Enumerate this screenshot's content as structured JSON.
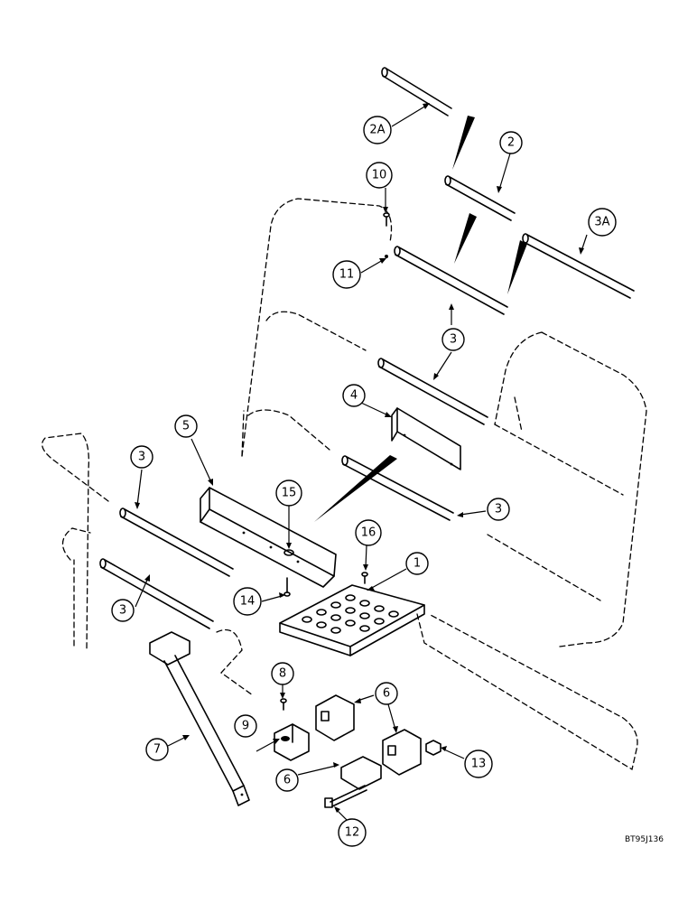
{
  "callouts": {
    "c2a": "2A",
    "c2": "2",
    "c10": "10",
    "c3a": "3A",
    "c11": "11",
    "c3_upper": "3",
    "c4": "4",
    "c5": "5",
    "c3_left": "3",
    "c15": "15",
    "c3_right": "3",
    "c16": "16",
    "c1": "1",
    "c14": "14",
    "c3_lower": "3",
    "c8": "8",
    "c6_upper": "6",
    "c9": "9",
    "c7": "7",
    "c6_lower": "6",
    "c13": "13",
    "c12": "12"
  },
  "drawing_code": "BT95J136"
}
